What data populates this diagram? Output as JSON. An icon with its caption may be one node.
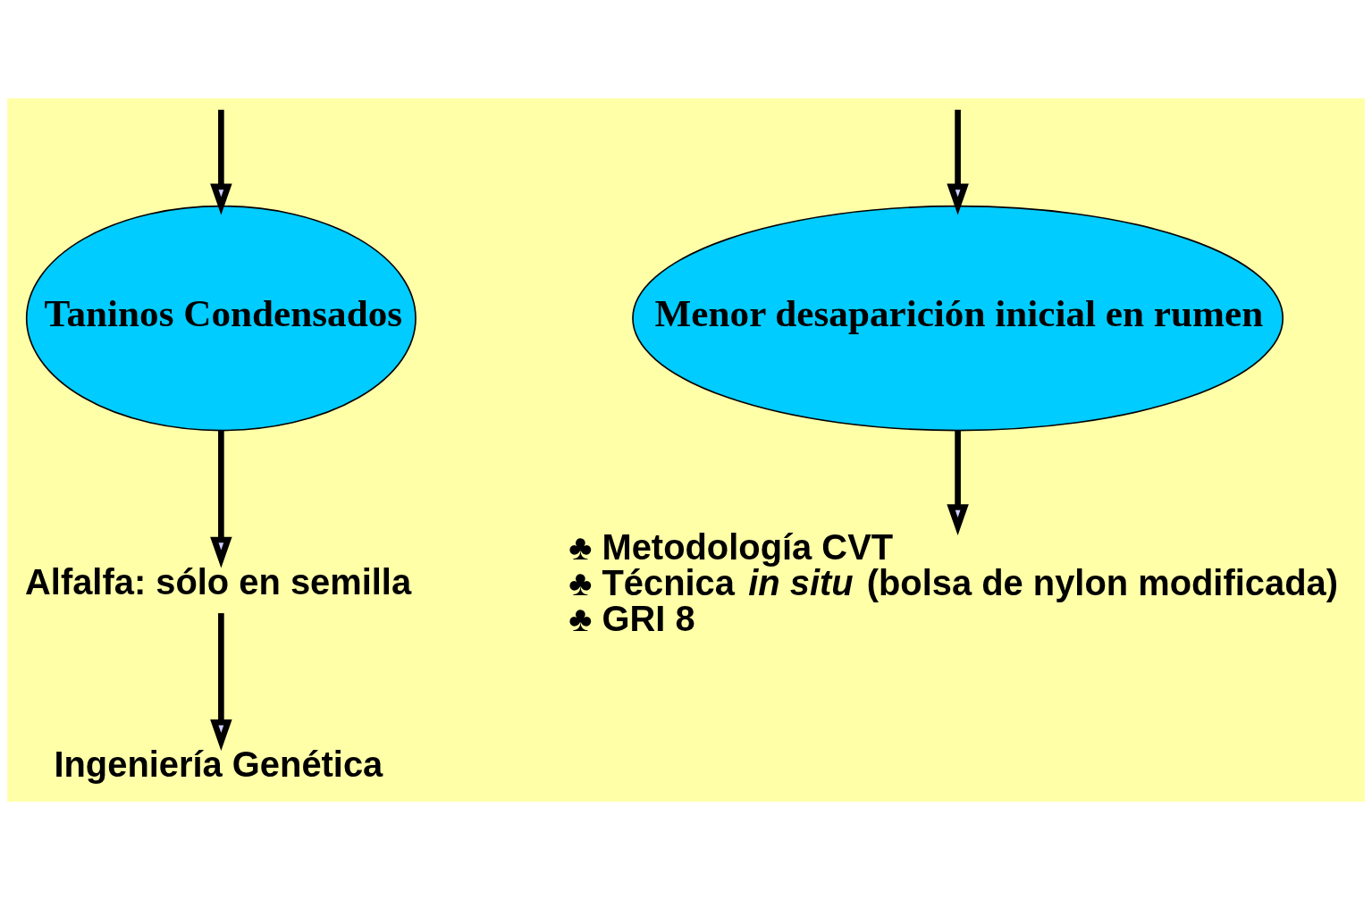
{
  "diagram": {
    "nodes": [
      {
        "text": [
          "Taninos Condensados"
        ]
      },
      {
        "text": [
          "Menor desaparición inicial en rumen"
        ]
      },
      {
        "text": [
          "Alfalfa: sólo en semilla"
        ]
      },
      {
        "text": [
          "Ingeniería Genética"
        ]
      },
      {
        "text": [
          "♣ Metodología CVT",
          "♣ Técnica *in situ* (bolsa de nylon modificada)",
          "♣ GRI 8"
        ]
      }
    ],
    "edges": [
      {
        "from": null,
        "to": 0,
        "arrow": "to"
      },
      {
        "from": null,
        "to": 1,
        "arrow": "to"
      },
      {
        "from": 0,
        "to": 2,
        "arrow": "to"
      },
      {
        "from": 1,
        "to": 4,
        "arrow": "to"
      },
      {
        "from": 2,
        "to": 3,
        "arrow": "to"
      }
    ]
  }
}
